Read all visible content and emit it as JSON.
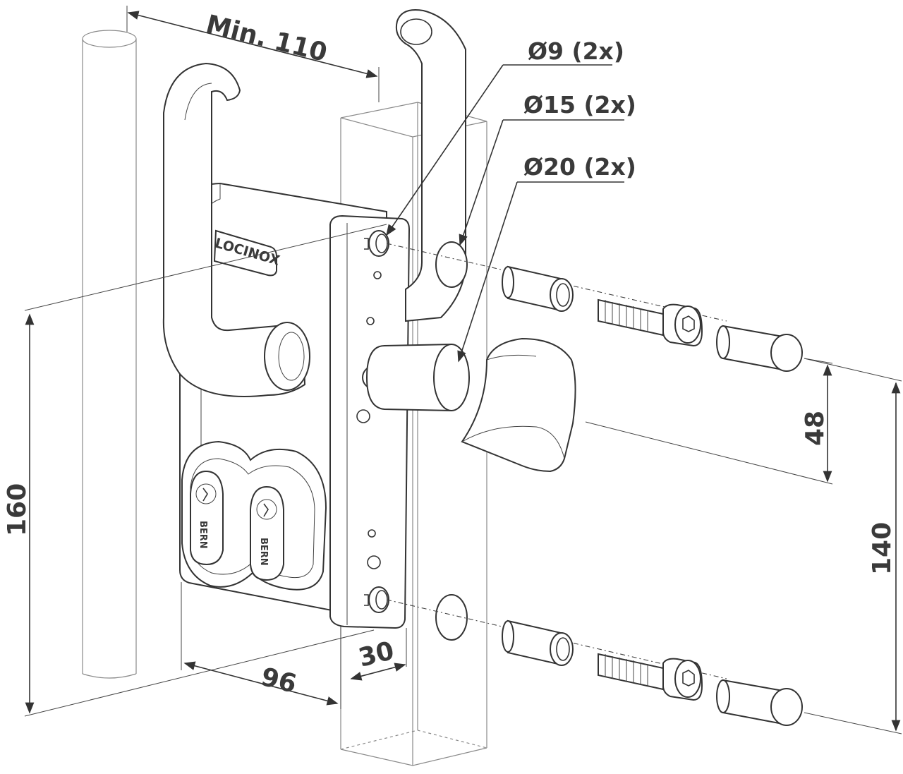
{
  "dimensions": {
    "min_width": "Min. 110",
    "height_total": "160",
    "depth_96": "96",
    "post_30": "30",
    "spacing_48": "48",
    "spacing_140": "140"
  },
  "callouts": {
    "hole_9": "Ø9 (2x)",
    "hole_15": "Ø15 (2x)",
    "hole_20": "Ø20 (2x)"
  },
  "product": {
    "brand": "LOCINOX",
    "cylinder_left": "BERN",
    "cylinder_right": "BERN"
  }
}
